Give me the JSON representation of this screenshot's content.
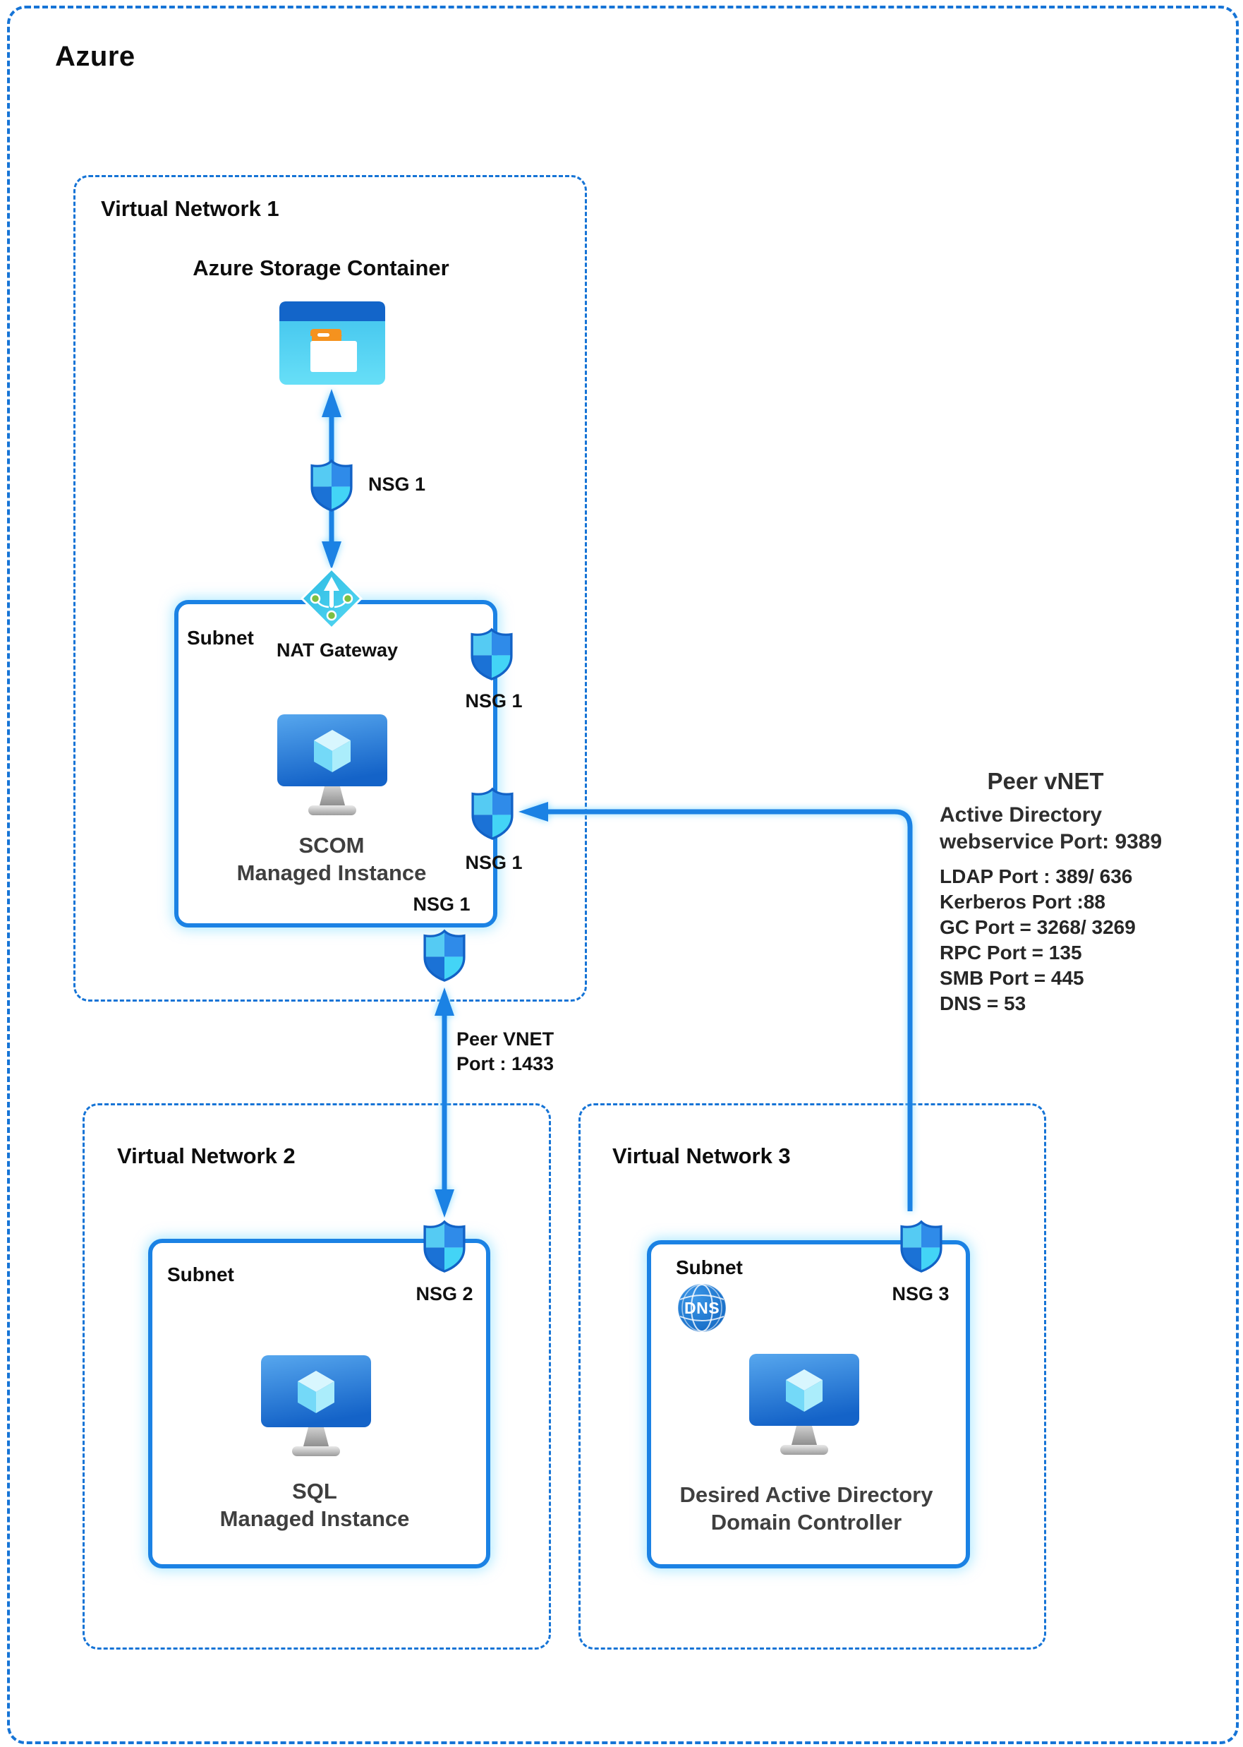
{
  "azure_title": "Azure",
  "vnet1": {
    "label": "Virtual Network 1",
    "storage_label": "Azure Storage Container",
    "nsg_storage_label": "NSG 1",
    "subnet": {
      "label": "Subnet",
      "nat_label": "NAT Gateway",
      "vm_line1": "SCOM",
      "vm_line2": "Managed Instance",
      "nsg_edge_top_label": "NSG 1",
      "nsg_edge_mid_label": "NSG 1",
      "nsg_bottom_label": "NSG 1"
    }
  },
  "peer_link_left": {
    "line1": "Peer VNET",
    "line2": "Port : 1433"
  },
  "peer_link_right": {
    "heading": "Peer vNET",
    "sub1": "Active Directory",
    "sub2": "webservice Port: 9389",
    "ports": [
      "LDAP Port : 389/ 636",
      "Kerberos Port :88",
      "GC Port = 3268/ 3269",
      "RPC Port = 135",
      "SMB Port = 445",
      "DNS = 53"
    ]
  },
  "vnet2": {
    "label": "Virtual Network 2",
    "subnet": {
      "label": "Subnet",
      "nsg_label": "NSG 2",
      "vm_line1": "SQL",
      "vm_line2": "Managed Instance"
    }
  },
  "vnet3": {
    "label": "Virtual Network 3",
    "subnet": {
      "label": "Subnet",
      "nsg_label": "NSG 3",
      "dns_label": "DNS",
      "vm_line1": "Desired Active Directory",
      "vm_line2": "Domain Controller"
    }
  },
  "colors": {
    "accent_blue": "#1B82E4",
    "dashed_border": "#1674D6",
    "shield_top_left": "#55CBF3",
    "shield_top_right": "#2F8BE9",
    "shield_bottom_left": "#1B72D6",
    "shield_bottom_right": "#43D4F6",
    "storage_header": "#1365C9",
    "storage_body": "#4FD0F2",
    "folder_tab_orange": "#F5921E",
    "nat_green_dot": "#7CBF42",
    "caption_gray": "#3F3F3F"
  }
}
